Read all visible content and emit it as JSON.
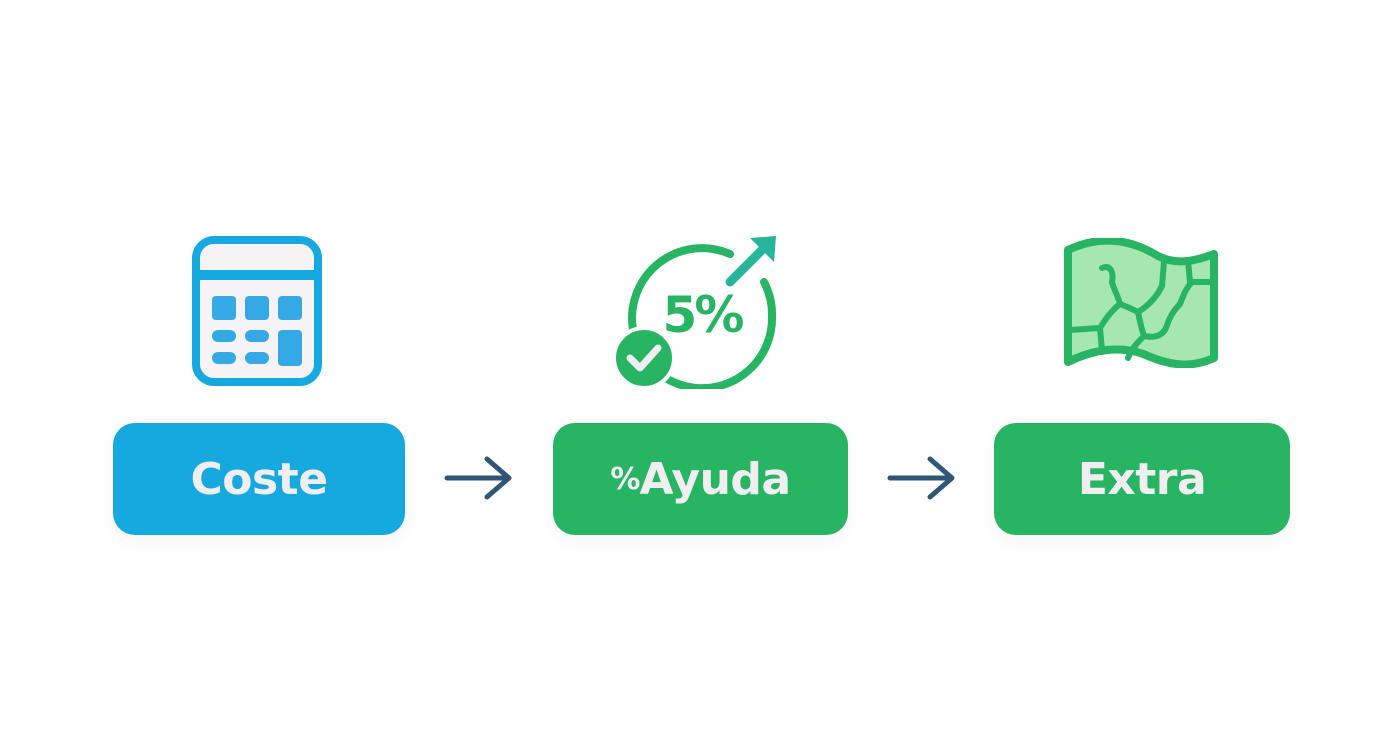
{
  "steps": [
    {
      "label": "Coste",
      "icon": "calculator-icon",
      "color": "#15a9df"
    },
    {
      "label_prefix": "%",
      "label": "Ayuda",
      "icon": "percent-growth-icon",
      "icon_text": "5%",
      "color": "#27b463"
    },
    {
      "label": "Extra",
      "icon": "map-icon",
      "color": "#27b463"
    }
  ],
  "connectors": [
    {
      "icon": "arrow-right-icon",
      "color": "#2f5577"
    },
    {
      "icon": "arrow-right-icon",
      "color": "#2f5577"
    }
  ],
  "colors": {
    "blue": "#15a9df",
    "green": "#27b463",
    "light_green": "#a6e6b0",
    "teal": "#26b49a",
    "arrow": "#2f5577",
    "text": "#f1eef2"
  }
}
